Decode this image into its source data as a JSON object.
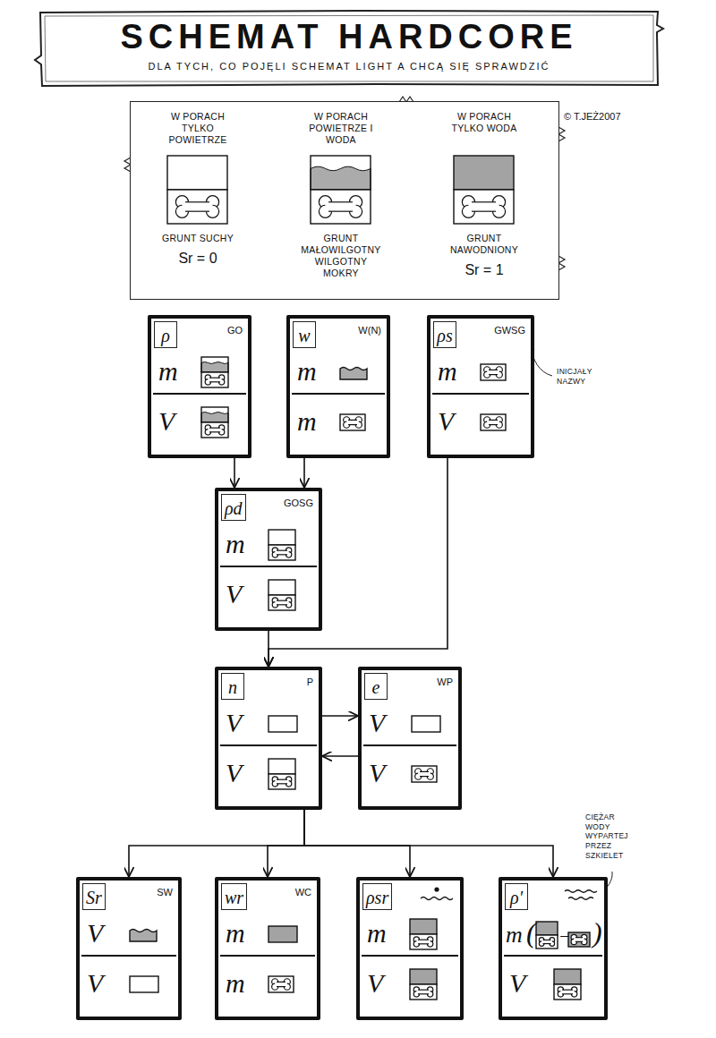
{
  "diagram": {
    "title": "SCHEMAT HARDCORE",
    "nodes": [
      {
        "text": [
          "© T.JEŻ2007"
        ]
      },
      {
        "text": [
          "W PORACH TYLKO POWIETRZE",
          "GRUNT SUCHY",
          "Sr = 0"
        ],
        "in": 0
      },
      {
        "text": [
          "W PORACH POWIETRZE I WODA",
          "GRUNT MAŁOWILGOTNY WILGOTNY MOKRY"
        ],
        "in": 0
      },
      {
        "text": [
          "W PORACH TYLKO WODA",
          "GRUNT NAWODNIONY",
          "Sr = 1"
        ],
        "in": 0
      },
      {
        "text": [
          "ρ",
          "GO",
          "m",
          "V"
        ]
      },
      {
        "text": [
          "w",
          "W(N)",
          "m",
          "m"
        ]
      },
      {
        "text": [
          "ρs",
          "GWSG",
          "m",
          "V"
        ]
      },
      {
        "text": [
          "ρd",
          "GOSG",
          "m",
          "V"
        ]
      },
      {
        "text": [
          "n",
          "P",
          "V",
          "V"
        ]
      },
      {
        "text": [
          "e",
          "WP",
          "V",
          "V"
        ]
      },
      {
        "text": [
          "Sr",
          "SW",
          "V",
          "V"
        ]
      },
      {
        "text": [
          "wr",
          "WC",
          "m",
          "m"
        ]
      },
      {
        "text": [
          "ρsr",
          "m",
          "V"
        ]
      },
      {
        "text": [
          "ρ'",
          "m",
          "(",
          "−",
          ")",
          "V"
        ]
      }
    ],
    "edges": [
      {
        "from": 4,
        "to": 7,
        "arrow": "to"
      },
      {
        "from": 5,
        "to": 7,
        "arrow": "to"
      },
      {
        "from": 6,
        "to": 8,
        "arrow": "to"
      },
      {
        "from": 7,
        "to": 8,
        "arrow": "to"
      },
      {
        "from": 8,
        "to": 9,
        "arrow": "to"
      },
      {
        "from": 9,
        "to": 8,
        "arrow": "to"
      },
      {
        "from": 8,
        "to": 10,
        "arrow": "to"
      },
      {
        "from": 8,
        "to": 11,
        "arrow": "to"
      },
      {
        "from": 8,
        "to": 12,
        "arrow": "to"
      },
      {
        "from": 8,
        "to": 13,
        "arrow": "to"
      }
    ],
    "labels": [
      "DLA TYCH, CO POJĘLI SCHEMAT LIGHT A CHCĄ SIĘ SPRAWDZIĆ",
      "INICJAŁY NAZWY",
      "CIĘŻAR WODY WYPARTEJ PRZEZ SZKIELET"
    ]
  }
}
